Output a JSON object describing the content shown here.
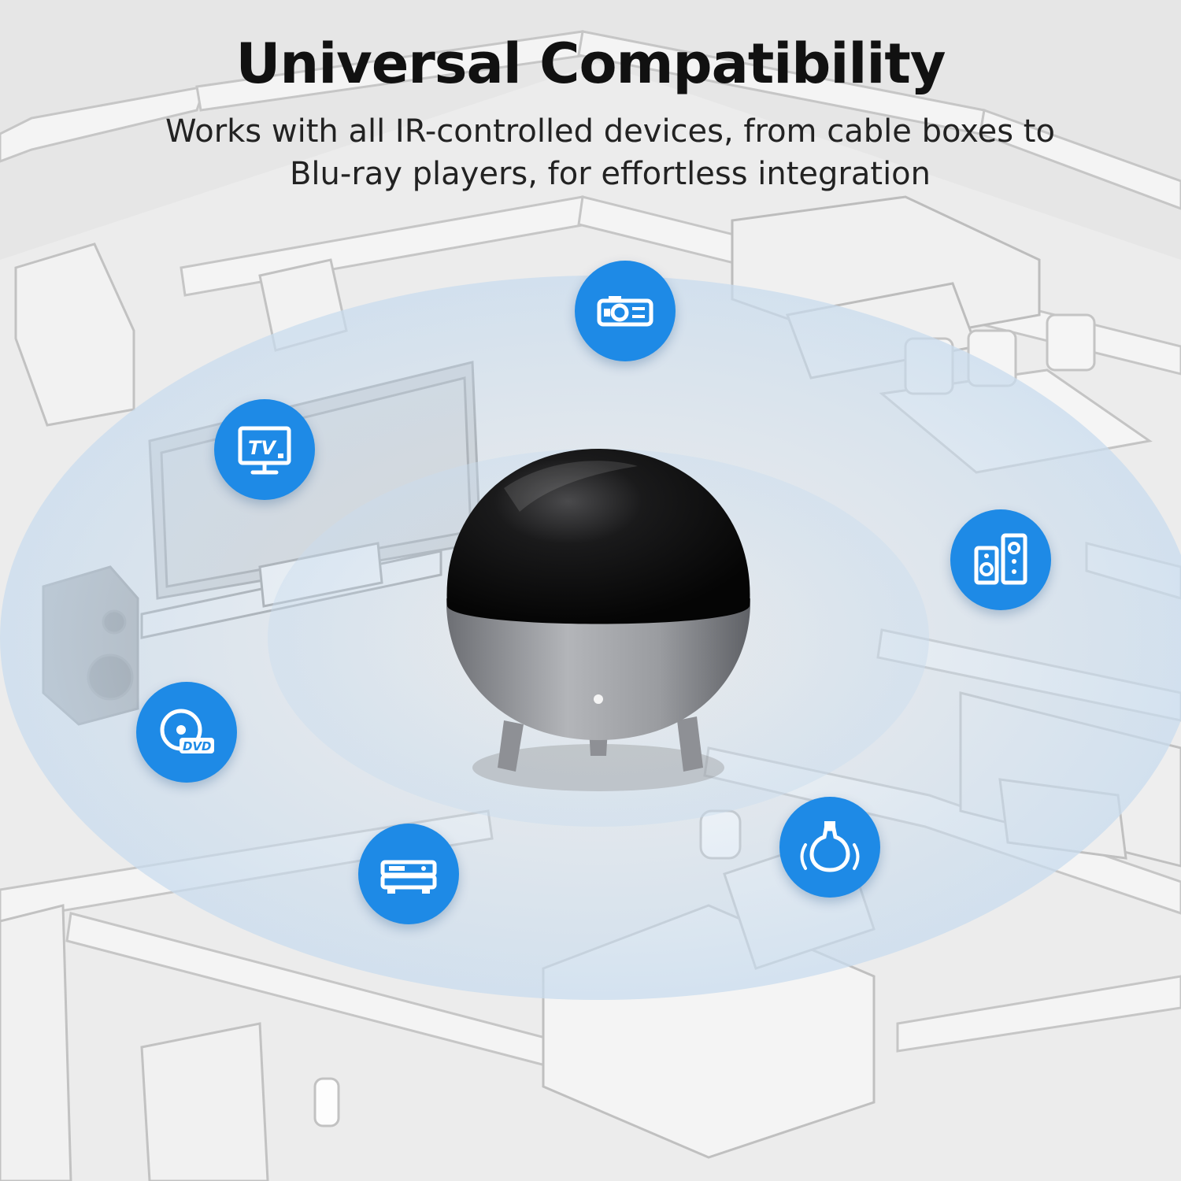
{
  "header": {
    "title": "Universal Compatibility",
    "subtitle_line1": "Works with all IR-controlled devices, from cable boxes to",
    "subtitle_line2": "Blu-ray players, for effortless integration"
  },
  "device_icons": [
    {
      "icon": "projector-icon"
    },
    {
      "icon": "tv-icon",
      "label": "TV"
    },
    {
      "icon": "speaker-icon"
    },
    {
      "icon": "dvd-icon",
      "label": "DVD"
    },
    {
      "icon": "cable-box-icon"
    },
    {
      "icon": "light-bulb-icon"
    }
  ],
  "colors": {
    "badge_blue": "#1e8ae6",
    "signal_wave": "#cfe0ef",
    "hub_black": "#0d0d0d",
    "hub_silver": "#8f9196"
  }
}
